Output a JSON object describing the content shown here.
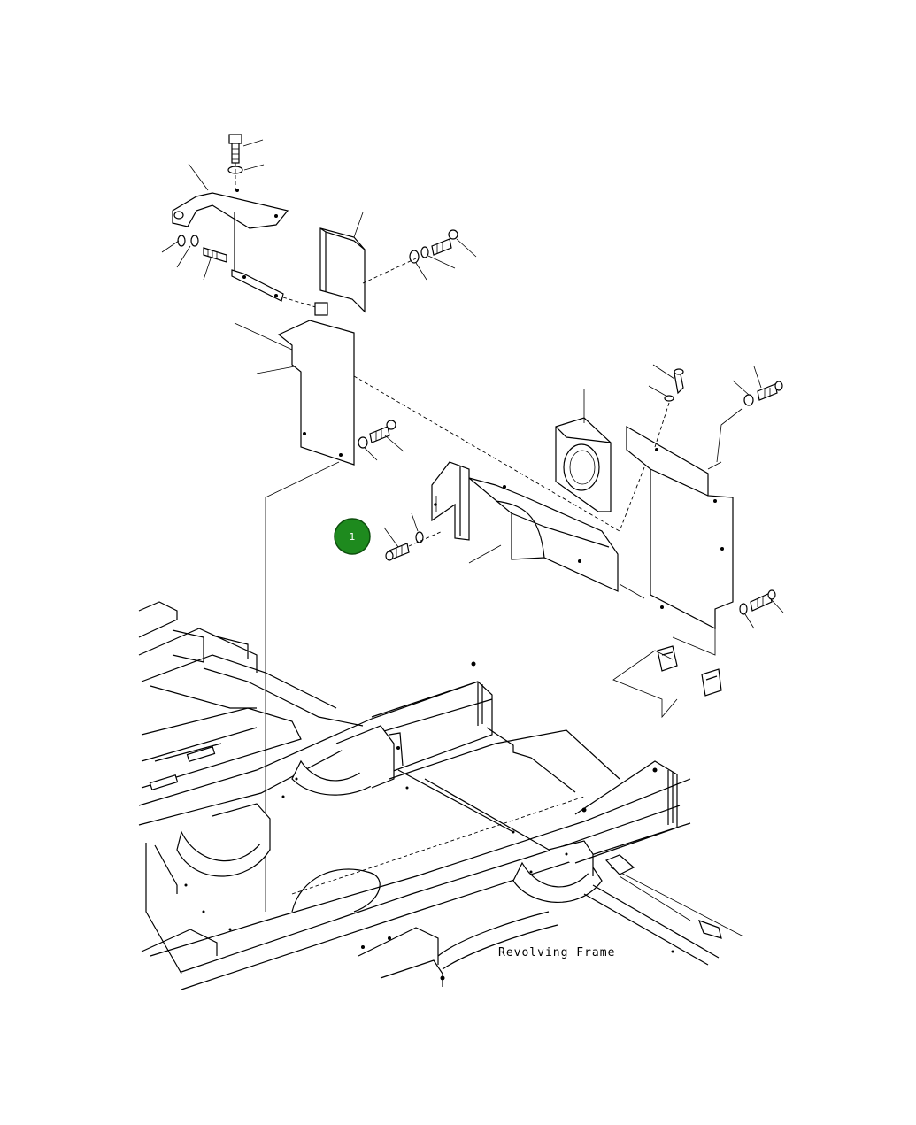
{
  "diagram": {
    "frame_label": "Revolving Frame",
    "callouts": [
      {
        "id": "callout-1",
        "label": "1",
        "color": "#1e8a1e"
      }
    ]
  }
}
